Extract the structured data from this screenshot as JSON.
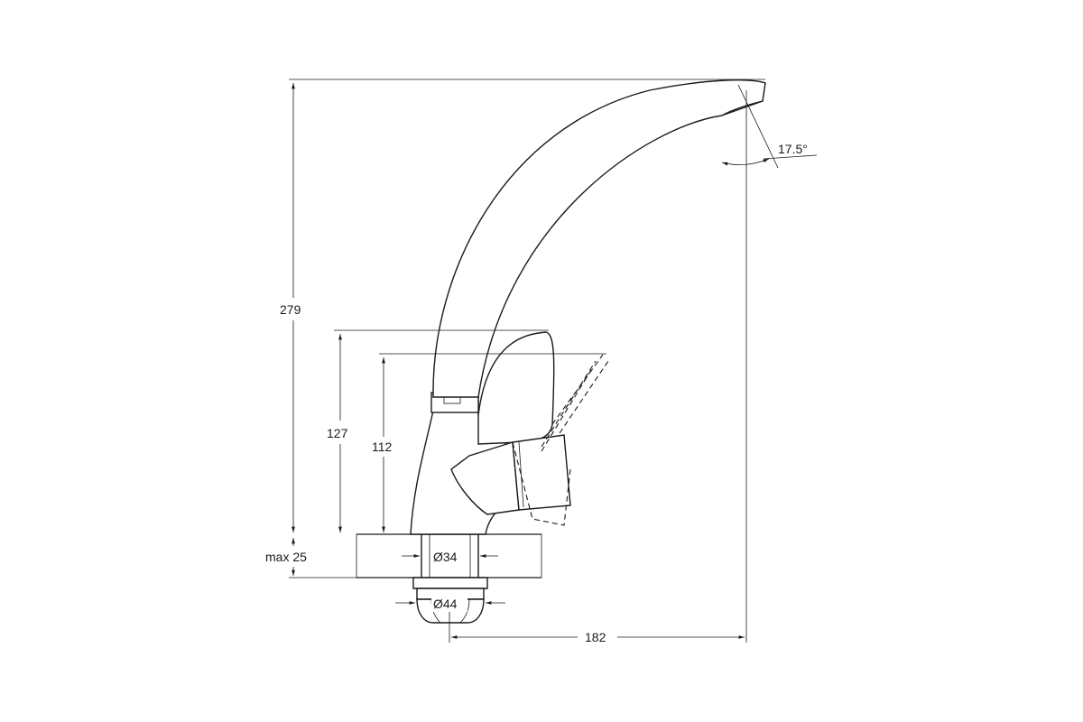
{
  "dimensions": {
    "height_total": "279",
    "height_body": "127",
    "height_lever": "112",
    "max_counter": "max 25",
    "diameter_mount": "Ø34",
    "diameter_nut": "Ø44",
    "reach": "182",
    "angle": "17.5°"
  },
  "colors": {
    "line": "#1a1a1a",
    "background": "#ffffff"
  }
}
